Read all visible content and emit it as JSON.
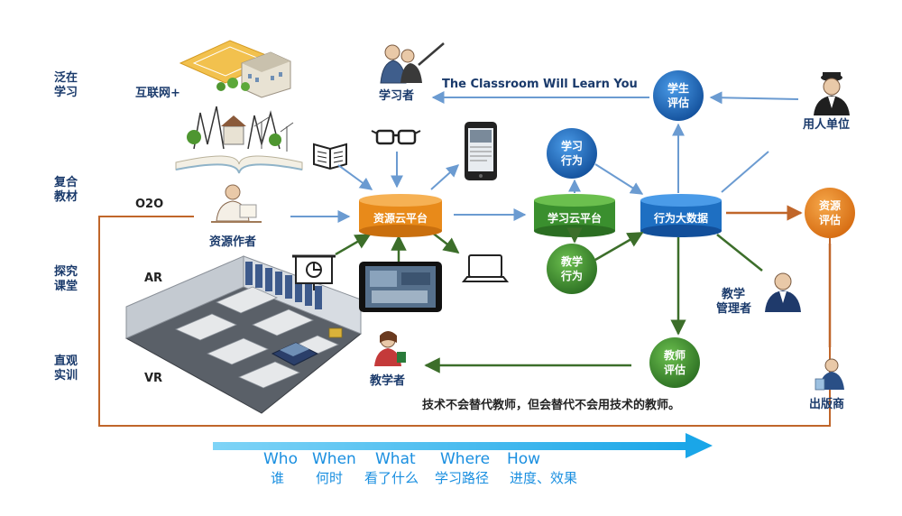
{
  "side_labels": [
    {
      "line1": "泛在",
      "line2": "学习"
    },
    {
      "line1": "复合",
      "line2": "教材"
    },
    {
      "line1": "探究",
      "line2": "课堂"
    },
    {
      "line1": "直观",
      "line2": "实训"
    }
  ],
  "labels": {
    "internet_plus": "互联网+",
    "o2o": "O2O",
    "resource_author": "资源作者",
    "ar": "AR",
    "vr": "VR",
    "learner": "学习者",
    "slogan_en": "The Classroom Will Learn You",
    "teacher": "教学者",
    "employer": "用人单位",
    "teaching_manager_1": "教学",
    "teaching_manager_2": "管理者",
    "publisher": "出版商",
    "footer_quote": "技术不会替代教师，但会替代不会用技术的教师。"
  },
  "nodes": {
    "resource_cloud": "资源云平台",
    "learning_cloud": "学习云平台",
    "behavior_bigdata": "行为大数据",
    "learning_behavior_1": "学习",
    "learning_behavior_2": "行为",
    "teaching_behavior_1": "教学",
    "teaching_behavior_2": "行为",
    "student_eval_1": "学生",
    "student_eval_2": "评估",
    "resource_eval_1": "资源",
    "resource_eval_2": "评估",
    "teacher_eval_1": "教师",
    "teacher_eval_2": "评估"
  },
  "bottom": {
    "en": [
      "Who",
      "When",
      "What",
      "Where",
      "How"
    ],
    "cn": [
      "谁",
      "何时",
      "看了什么",
      "学习路径",
      "进度、效果"
    ]
  },
  "colors": {
    "blue_node": "#1e6fc2",
    "green_node": "#3a8f2e",
    "orange_node": "#e88a1a",
    "resource_eval": "#e8801f",
    "arrow_blue": "#6b9bd1",
    "arrow_green": "#3c6e2a",
    "arrow_orange": "#c0662a",
    "bottom_arrow": "#29b6f0"
  }
}
